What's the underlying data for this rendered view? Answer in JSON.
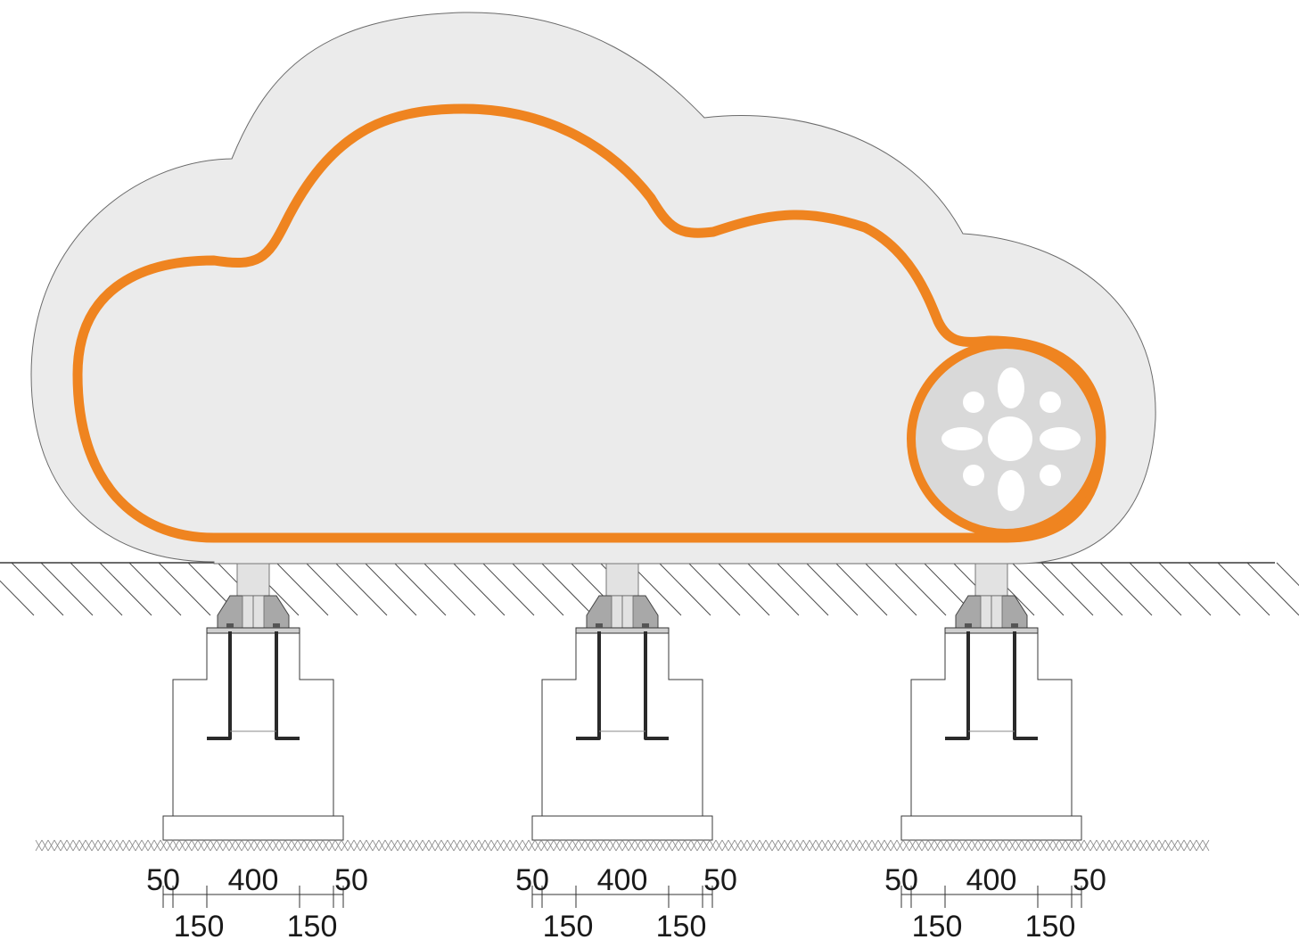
{
  "colors": {
    "outer_fill": "#ebebeb",
    "outer_stroke": "#6b6b6b",
    "orange_tube": "#ef8420",
    "wheel_fill": "#d9d9d9",
    "post_fill": "#e2e2e2",
    "bracket_fill": "#a8a8a8",
    "anchor_bolt": "#2a2a2a",
    "line": "#3a3a3a"
  },
  "icons": {
    "cloud": "cloud-outline-icon",
    "wheel": "flower-wheel-icon"
  },
  "supports": [
    {
      "dimensions_top": [
        "50",
        "400",
        "50"
      ],
      "dimensions_bottom": [
        "150",
        "150"
      ]
    },
    {
      "dimensions_top": [
        "50",
        "400",
        "50"
      ],
      "dimensions_bottom": [
        "150",
        "150"
      ]
    },
    {
      "dimensions_top": [
        "50",
        "400",
        "50"
      ],
      "dimensions_bottom": [
        "150",
        "150"
      ]
    }
  ]
}
